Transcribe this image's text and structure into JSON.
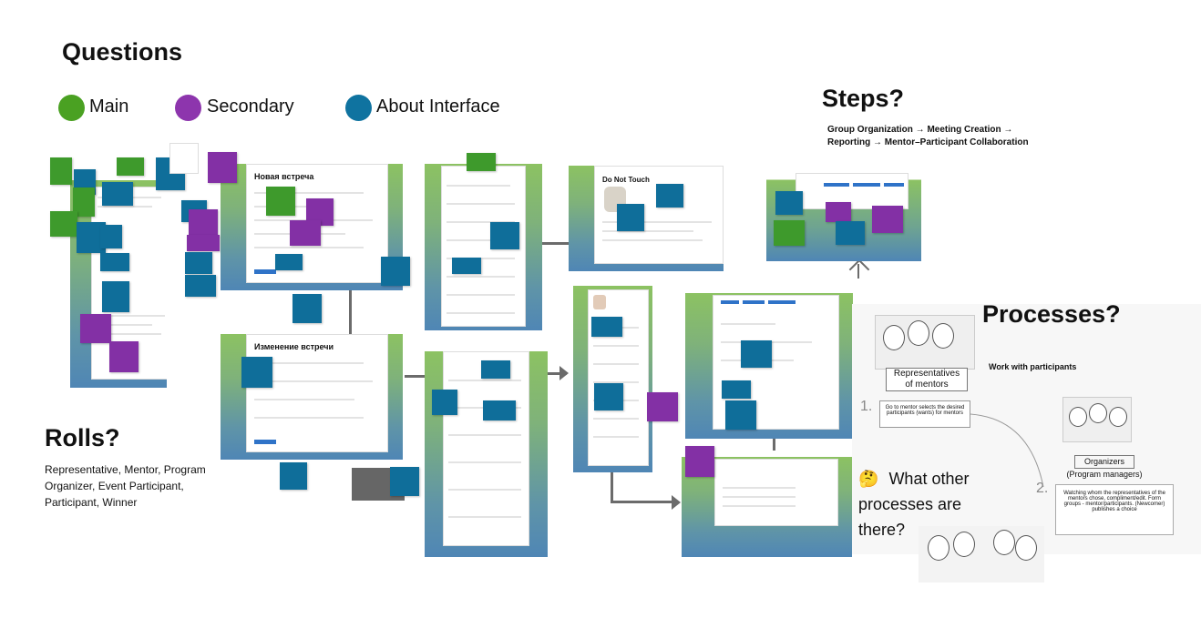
{
  "board": {
    "title": "Questions",
    "legend": [
      {
        "label": "Main",
        "color": "#4aa122"
      },
      {
        "label": "Secondary",
        "color": "#8d35ad"
      },
      {
        "label": "About Interface",
        "color": "#0f73a0"
      }
    ],
    "rolls": {
      "heading": "Rolls?",
      "text": "Representative, Mentor, Program Organizer, Event Participant, Participant, Winner"
    },
    "steps": {
      "heading": "Steps?",
      "line1": "Group Organization → Meeting Creation →",
      "line2": "Reporting → Mentor–Participant Collaboration"
    },
    "processes": {
      "heading": "Processes?",
      "subheading": "Work with participants",
      "rep_label_1": "Representatives",
      "rep_label_2": "of mentors",
      "step1_number": "1.",
      "step1_text": "Go to mentor selects the desired participants (wants) for mentors",
      "org_label_1": "Organizers",
      "org_label_2": "(Program managers)",
      "step2_number": "2.",
      "step2_text": "Watching whom the representatives of the mentors chose, compliment/edit. Form groups - mentor/participants. (Newcomer) publishes a choice",
      "question_emoji": "🤔",
      "question_l1": "What other",
      "question_l2": "processes are",
      "question_l3": "there?"
    },
    "screens": {
      "new_meeting_title": "Новая встреча",
      "edit_meeting_title": "Изменение встречи",
      "do_not_touch": "Do Not Touch"
    }
  }
}
